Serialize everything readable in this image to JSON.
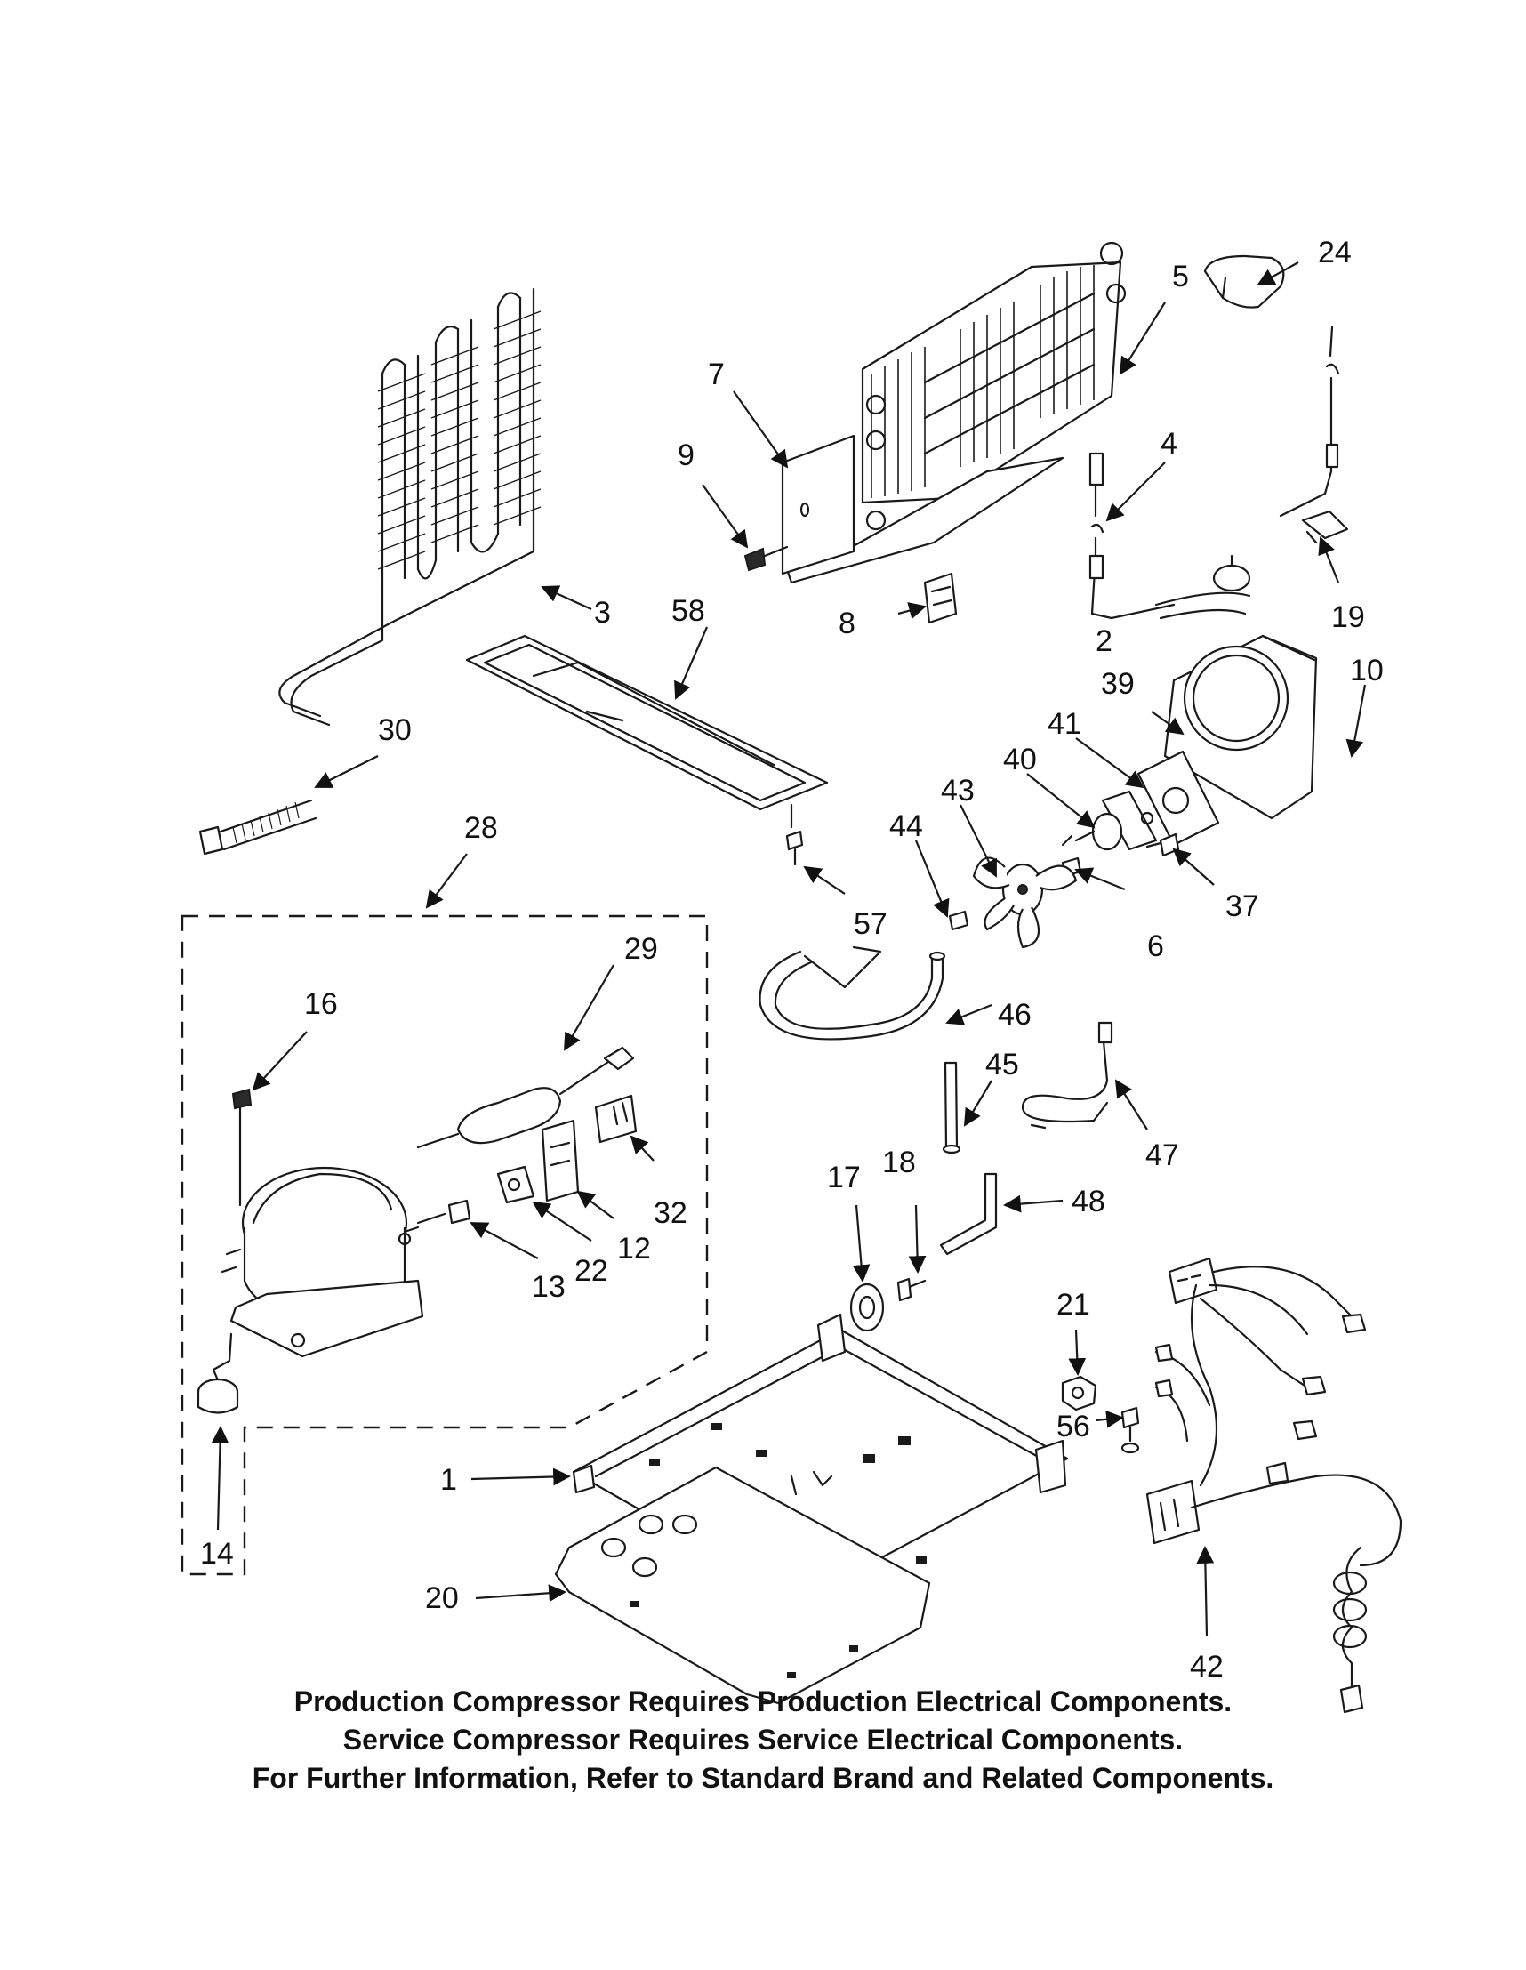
{
  "parts": [
    {
      "id": "p1",
      "label": "1"
    },
    {
      "id": "p2",
      "label": "2"
    },
    {
      "id": "p3",
      "label": "3"
    },
    {
      "id": "p4",
      "label": "4"
    },
    {
      "id": "p5",
      "label": "5"
    },
    {
      "id": "p6",
      "label": "6"
    },
    {
      "id": "p7",
      "label": "7"
    },
    {
      "id": "p8",
      "label": "8"
    },
    {
      "id": "p9",
      "label": "9"
    },
    {
      "id": "p10",
      "label": "10"
    },
    {
      "id": "p12",
      "label": "12"
    },
    {
      "id": "p13",
      "label": "13"
    },
    {
      "id": "p14",
      "label": "14"
    },
    {
      "id": "p16",
      "label": "16"
    },
    {
      "id": "p17",
      "label": "17"
    },
    {
      "id": "p18",
      "label": "18"
    },
    {
      "id": "p19",
      "label": "19"
    },
    {
      "id": "p20",
      "label": "20"
    },
    {
      "id": "p21",
      "label": "21"
    },
    {
      "id": "p22",
      "label": "22"
    },
    {
      "id": "p24",
      "label": "24"
    },
    {
      "id": "p28",
      "label": "28"
    },
    {
      "id": "p29",
      "label": "29"
    },
    {
      "id": "p30",
      "label": "30"
    },
    {
      "id": "p32",
      "label": "32"
    },
    {
      "id": "p37",
      "label": "37"
    },
    {
      "id": "p39",
      "label": "39"
    },
    {
      "id": "p40",
      "label": "40"
    },
    {
      "id": "p41",
      "label": "41"
    },
    {
      "id": "p42",
      "label": "42"
    },
    {
      "id": "p43",
      "label": "43"
    },
    {
      "id": "p44",
      "label": "44"
    },
    {
      "id": "p45",
      "label": "45"
    },
    {
      "id": "p46",
      "label": "46"
    },
    {
      "id": "p47",
      "label": "47"
    },
    {
      "id": "p48",
      "label": "48"
    },
    {
      "id": "p56",
      "label": "56"
    },
    {
      "id": "p57",
      "label": "57"
    },
    {
      "id": "p58",
      "label": "58"
    }
  ],
  "notes": [
    "Production Compressor Requires Production Electrical Components.",
    "Service Compressor Requires Service Electrical Components.",
    "For Further Information, Refer to Standard Brand and Related Components."
  ]
}
